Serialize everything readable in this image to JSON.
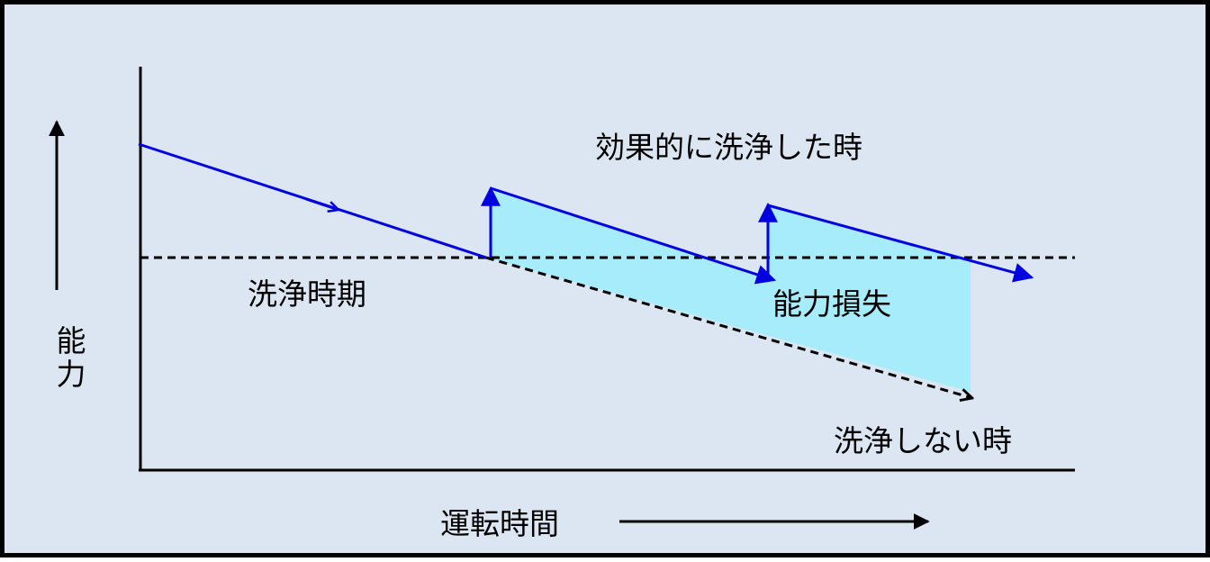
{
  "labels": {
    "effective_cleaning": "効果的に洗浄した時",
    "cleaning_time": "洗浄時期",
    "capacity_loss": "能力損失",
    "no_cleaning": "洗浄しない時",
    "x_axis": "運転時間",
    "y_axis": "能力"
  },
  "colors": {
    "background": "#dce6f2",
    "border": "#000000",
    "capacity_line": "#0000e0",
    "dashed_line": "#000000",
    "loss_area": "#a6ecfa"
  }
}
